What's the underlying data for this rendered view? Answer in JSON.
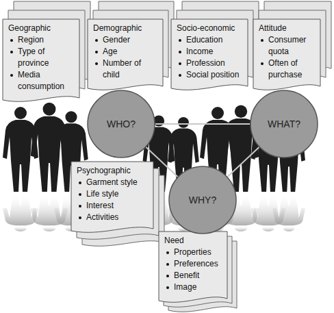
{
  "diagram": {
    "nodes": [
      {
        "text": [
          "Geographic",
          "Region",
          "Type of province",
          "Media consumption"
        ]
      },
      {
        "text": [
          "Demographic",
          "Gender",
          "Age",
          "Number of child"
        ]
      },
      {
        "text": [
          "Socio-economic",
          "Education",
          "Income",
          "Profession",
          "Social position"
        ]
      },
      {
        "text": [
          "Attitude",
          "Consumer quota",
          "Often of purchase"
        ]
      },
      {
        "text": [
          "WHO?"
        ]
      },
      {
        "text": [
          "WHAT?"
        ]
      },
      {
        "text": [
          "Psychographic",
          "Garment style",
          "Life style",
          "Interest",
          "Activities"
        ]
      },
      {
        "text": [
          "WHY?"
        ]
      },
      {
        "text": [
          "Need",
          "Properties",
          "Preferences",
          "Benefit",
          "Image"
        ]
      }
    ],
    "edges": [
      {
        "from": 4,
        "to": 5,
        "arrow": "none"
      },
      {
        "from": 4,
        "to": 7,
        "arrow": "none"
      },
      {
        "from": 7,
        "to": 5,
        "arrow": "none"
      }
    ]
  }
}
